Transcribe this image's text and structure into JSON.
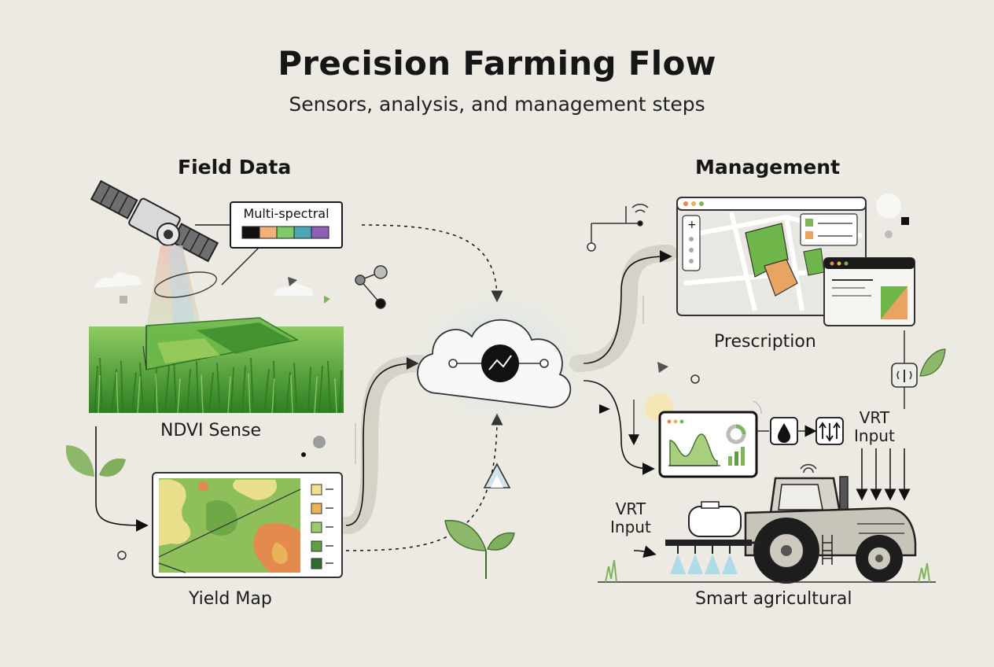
{
  "title": "Precision Farming Flow",
  "subtitle": "Sensors, analysis, and management steps",
  "sections": {
    "field_data": "Field Data",
    "management": "Management"
  },
  "labels": {
    "multi_spectral": "Multi-spectral",
    "ndvi": "NDVI Sense",
    "yield_map": "Yield Map",
    "prescription": "Prescription",
    "smart_agricultural": "Smart agricultural",
    "vrt_input_right": "VRT\nInput",
    "vrt_input_left": "VRT\nInput"
  },
  "colors": {
    "background": "#ECEAE3",
    "ink": "#161616",
    "grass": "#3E9A2E",
    "field_green": "#6FB64A",
    "yield_light": "#E9DE8A",
    "yield_orange": "#E38A4E",
    "cloud": "#F7F8F8",
    "flow_band": "#D6D2C8"
  },
  "spectral_swatches": [
    "#111111",
    "#F0B27A",
    "#7FCB6B",
    "#4EA7B5",
    "#8E5FB5"
  ],
  "yield_legend": [
    "#F2E08D",
    "#E9B35A",
    "#9CCB6A",
    "#5FA046",
    "#2E6B2E"
  ],
  "icons": [
    "satellite-icon",
    "cloud-analytics-icon",
    "drop-icon",
    "sort-arrows-icon",
    "antenna-icon",
    "leaf-icon",
    "tractor-icon",
    "sprayer-icon"
  ]
}
